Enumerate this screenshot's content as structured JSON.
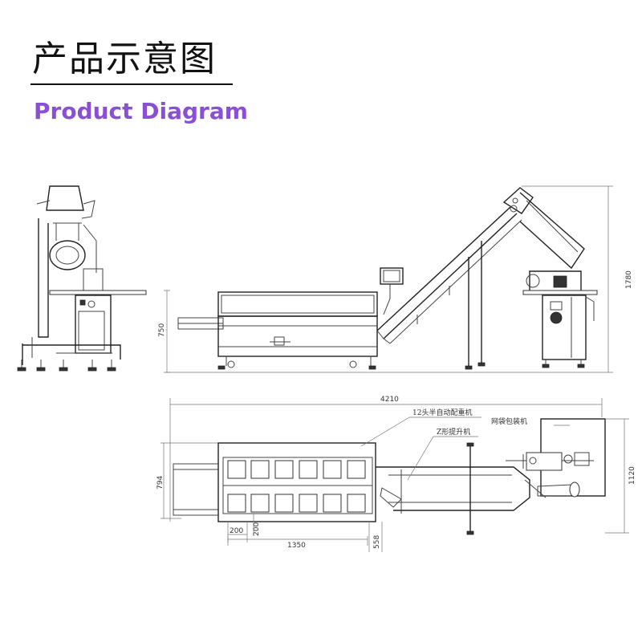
{
  "header": {
    "title_cn": "产品示意图",
    "title_en": "Product Diagram",
    "accent_color": "#8a4fd6"
  },
  "dimensions": {
    "height_750": "750",
    "height_1780": "1780",
    "length_4210": "4210",
    "width_794": "794",
    "depth_1120": "1120",
    "pitch_200_h": "200",
    "pitch_200_v": "200",
    "run_1350": "1350",
    "offset_558": "558"
  },
  "labels": {
    "weigher": "12头半自动配重机",
    "elevator": "Z形提升机",
    "packer": "网袋包装机"
  }
}
